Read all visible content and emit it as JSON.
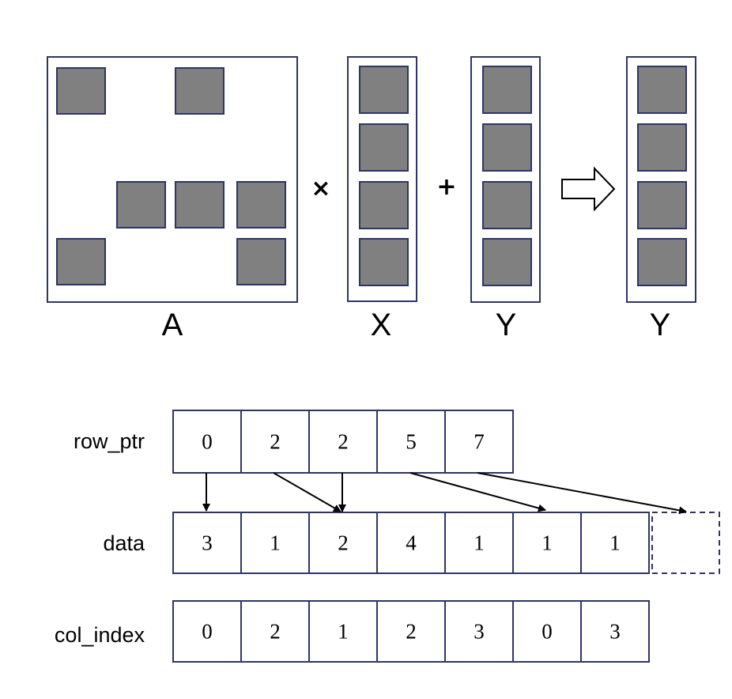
{
  "equation": {
    "matrices": {
      "A": {
        "label": "A",
        "rows": 4,
        "cols": 4,
        "filled": [
          [
            0,
            0
          ],
          [
            0,
            2
          ],
          [
            2,
            1
          ],
          [
            2,
            2
          ],
          [
            2,
            3
          ],
          [
            3,
            0
          ],
          [
            3,
            3
          ]
        ]
      },
      "X": {
        "label": "X",
        "blocks": 4
      },
      "Y_in": {
        "label": "Y",
        "blocks": 4
      },
      "Y_out": {
        "label": "Y",
        "blocks": 4
      }
    },
    "operators": {
      "times": "×",
      "plus": "+"
    }
  },
  "csr": {
    "row_ptr": {
      "label": "row_ptr",
      "values": [
        "0",
        "2",
        "2",
        "5",
        "7"
      ]
    },
    "data": {
      "label": "data",
      "values": [
        "3",
        "1",
        "2",
        "4",
        "1",
        "1",
        "1"
      ]
    },
    "col_index": {
      "label": "col_index",
      "values": [
        "0",
        "2",
        "1",
        "2",
        "3",
        "0",
        "3"
      ]
    }
  },
  "colors": {
    "block_fill": "#808080",
    "outline": "#2e3566"
  }
}
